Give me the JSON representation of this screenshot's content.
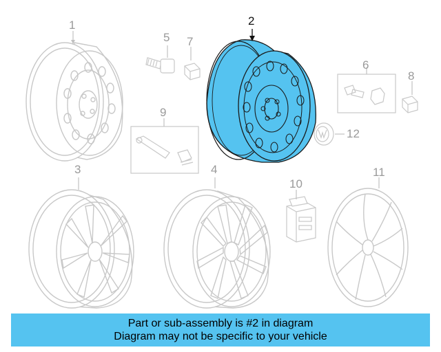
{
  "callouts": {
    "c1": "1",
    "c2": "2",
    "c3": "3",
    "c4": "4",
    "c5": "5",
    "c6": "6",
    "c7": "7",
    "c8": "8",
    "c9": "9",
    "c10": "10",
    "c11": "11",
    "c12": "12"
  },
  "highlight_color": "#55c3f0",
  "banner": {
    "line1": "Part or sub-assembly is #2 in diagram",
    "line2": "Diagram may not be specific to your vehicle"
  }
}
